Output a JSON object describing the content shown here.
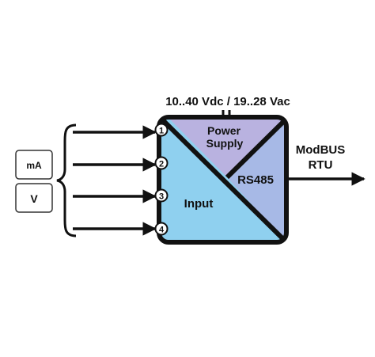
{
  "diagram": {
    "supply_label": "10..40 Vdc / 19..28 Vac",
    "output_label_line1": "ModBUS",
    "output_label_line2": "RTU",
    "signal_types": [
      {
        "label": "mA"
      },
      {
        "label": "V"
      }
    ],
    "blocks": {
      "power_supply_line1": "Power",
      "power_supply_line2": "Supply",
      "rs485": "RS485",
      "input": "Input"
    },
    "terminals": [
      "1",
      "2",
      "3",
      "4"
    ],
    "colors": {
      "input_fill": "#8fd0ef",
      "power_fill": "#b9b2e0",
      "rs485_fill": "#a7b9e6",
      "frame": "#111111",
      "background": "#ffffff"
    }
  }
}
